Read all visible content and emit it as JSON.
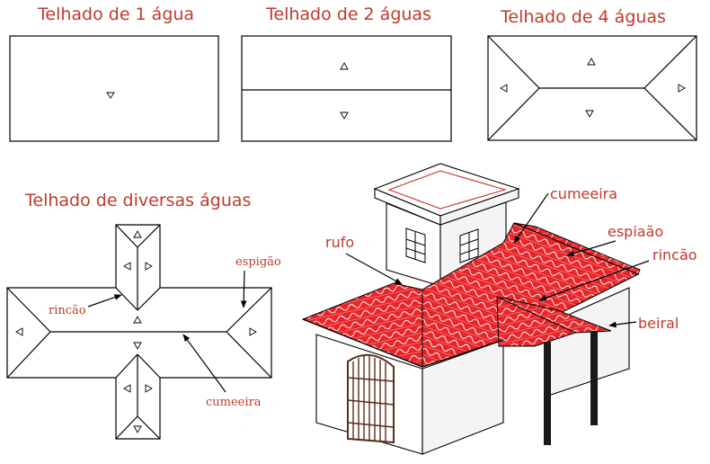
{
  "colors": {
    "accent": "#c0392b",
    "roof": "#e8262a",
    "line": "#000000"
  },
  "titles": {
    "one_water": "Telhado de 1 água",
    "two_waters": "Telhado de 2 águas",
    "four_waters": "Telhado de 4 águas",
    "many_waters": "Telhado de diversas águas"
  },
  "plan_labels": {
    "espigao": "espigão",
    "rincao": "rincão",
    "cumeeira": "cumeeira"
  },
  "house_labels": {
    "cumeeira": "cumeeira",
    "espiao": "espiaão",
    "rufo": "rufo",
    "rincao": "rincão",
    "beiral": "beiral"
  },
  "icons": {
    "slope_marker": "triangle-outline-icon",
    "arrow": "arrow-icon"
  }
}
